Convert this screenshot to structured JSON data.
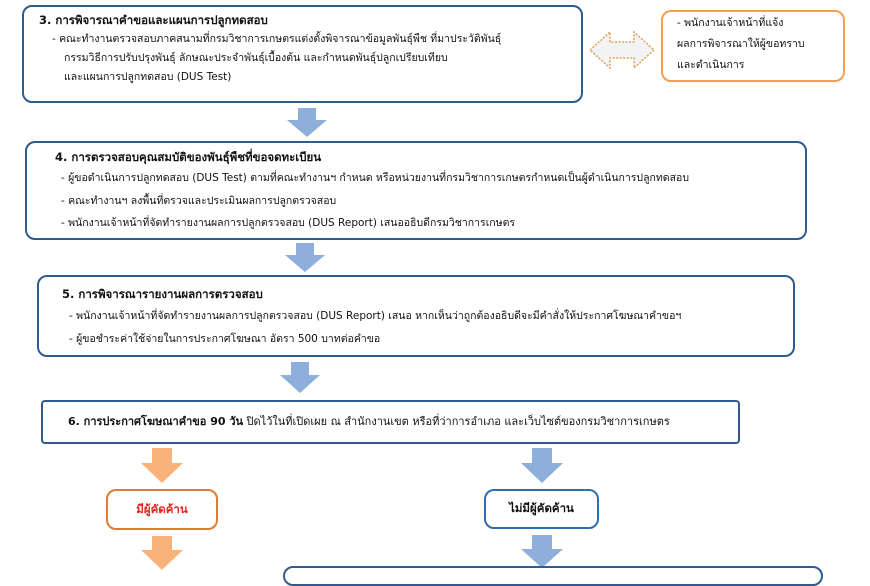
{
  "step3": {
    "title": "3. การพิจารณาคำขอและแผนการปลูกทดสอบ",
    "lines": [
      "- คณะทำงานตรวจสอบภาคสนามที่กรมวิชาการเกษตรแต่งตั้งพิจารณาข้อมูลพันธุ์พืช ที่มาประวัติพันธุ์",
      "กรรมวิธีการปรับปรุงพันธุ์ ลักษณะประจำพันธุ์เบื้องต้น และกำหนดพันธุ์ปลูกเปรียบเทียบ",
      "และแผนการปลูกทดสอบ (DUS Test)"
    ]
  },
  "side_note": {
    "lines": [
      "- พนักงานเจ้าหน้าที่แจ้ง",
      "ผลการพิจารณาให้ผู้ขอทราบ",
      "และดำเนินการ"
    ]
  },
  "step4": {
    "title": "4. การตรวจสอบคุณสมบัติของพันธุ์พืชที่ขอจดทะเบียน",
    "lines": [
      "- ผู้ขอดำเนินการปลูกทดสอบ (DUS Test) ตามที่คณะทำงานฯ กำหนด หรือหน่วยงานที่กรมวิชาการเกษตรกำหนดเป็นผู้ดำเนินการปลูกทดสอบ",
      "- คณะทำงานฯ ลงพื้นที่ตรวจและประเมินผลการปลูกตรวจสอบ",
      "- พนักงานเจ้าหน้าที่จัดทำรายงานผลการปลูกตรวจสอบ (DUS Report) เสนออธิบดีกรมวิชาการเกษตร"
    ]
  },
  "step5": {
    "title": "5. การพิจารณารายงานผลการตรวจสอบ",
    "lines": [
      "- พนักงานเจ้าหน้าที่จัดทำรายงานผลการปลูกตรวจสอบ (DUS Report) เสนอ หากเห็นว่าถูกต้องอธิบดีจะมีคำสั่งให้ประกาศโฆษณาคำขอฯ",
      "- ผู้ขอชำระค่าใช้จ่ายในการประกาศโฆษณา อัตรา 500 บาทต่อคำขอ"
    ]
  },
  "step6": {
    "title_bold": "6. การประกาศโฆษณาคำขอ 90 วัน",
    "title_rest": " ปิดไว้ในที่เปิดเผย ณ สำนักงานเขต หรือที่ว่าการอำเภอ และเว็บไซต์ของกรมวิชาการเกษตร"
  },
  "branch_objection": {
    "label": "มีผู้คัดค้าน",
    "color": "#e8231e"
  },
  "branch_no_objection": {
    "label": "ไม่มีผู้คัดค้าน"
  },
  "colors": {
    "blue_border": "#2f5b8f",
    "orange_border": "#f0a050",
    "blue_arrow": "#8eaedb",
    "orange_arrow": "#f8b27a"
  }
}
